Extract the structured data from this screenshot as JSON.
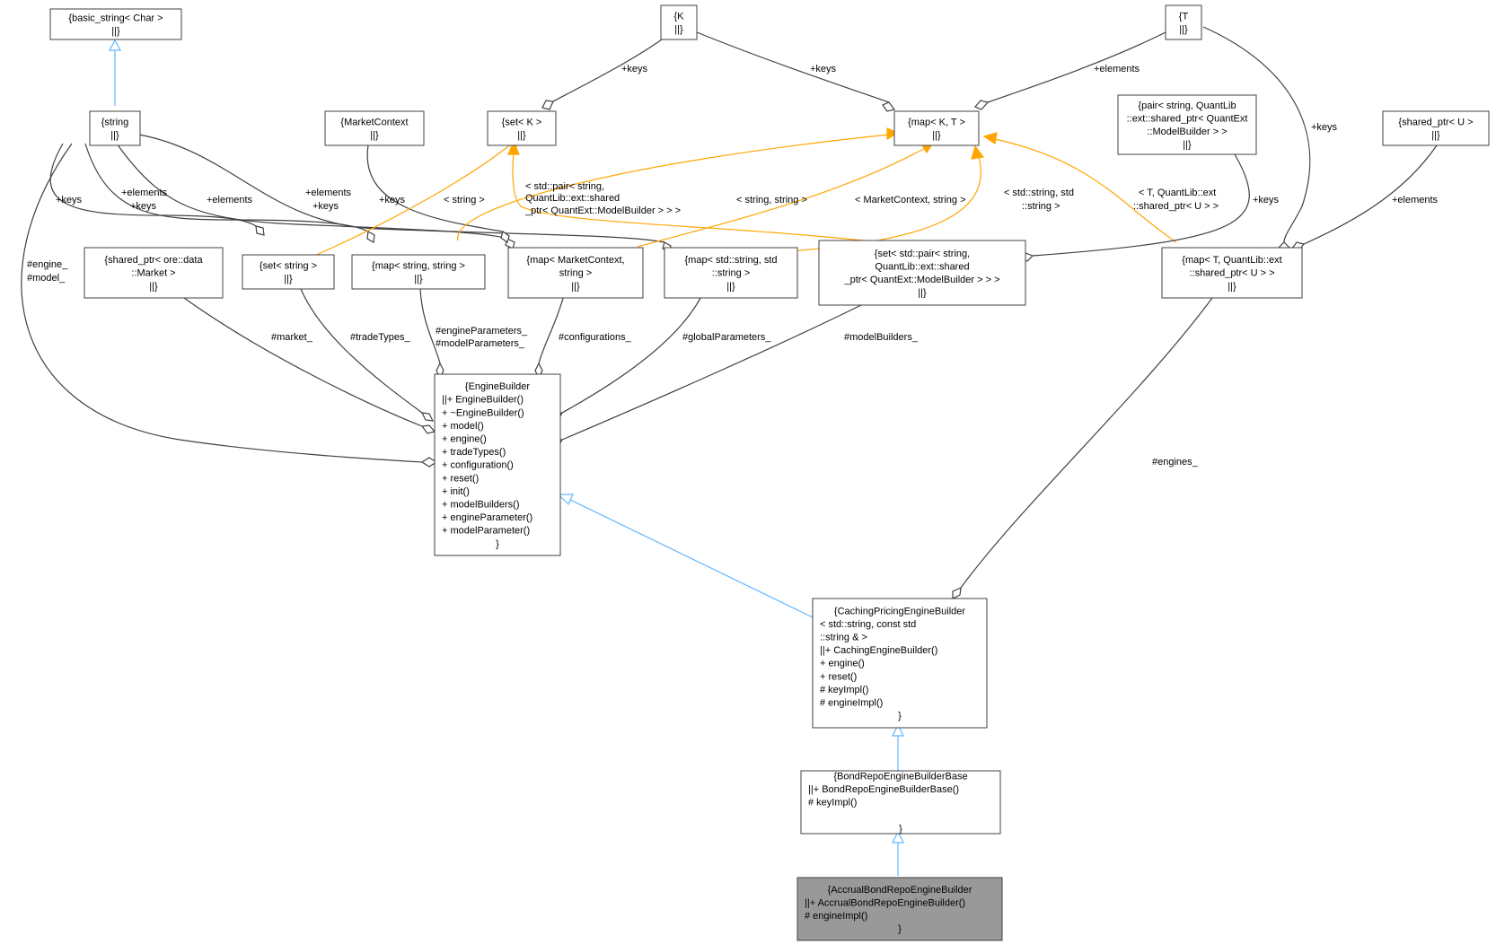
{
  "nodes": [
    {
      "id": "basic_string",
      "lines": [
        "{basic_string< Char >",
        "||}"
      ],
      "fill": "#ffffff"
    },
    {
      "id": "string",
      "lines": [
        "{string",
        "||}"
      ],
      "fill": "#ffffff"
    },
    {
      "id": "MarketContext",
      "lines": [
        "{MarketContext",
        "||}"
      ],
      "fill": "#ffffff"
    },
    {
      "id": "K",
      "lines": [
        "{K",
        "||}"
      ],
      "fill": "#ffffff"
    },
    {
      "id": "setK",
      "lines": [
        "{set< K >",
        "||}"
      ],
      "fill": "#ffffff"
    },
    {
      "id": "T",
      "lines": [
        "{T",
        "||}"
      ],
      "fill": "#ffffff"
    },
    {
      "id": "mapKT",
      "lines": [
        "{map< K, T >",
        "||}"
      ],
      "fill": "#ffffff"
    },
    {
      "id": "pairString",
      "lines": [
        "{pair< string, QuantLib",
        "::ext::shared_ptr< QuantExt",
        "::ModelBuilder > >",
        "||}"
      ],
      "fill": "#ffffff"
    },
    {
      "id": "sharedPtrU",
      "lines": [
        "{shared_ptr< U >",
        "||}"
      ],
      "fill": "#ffffff"
    },
    {
      "id": "sharedPtrMarket",
      "lines": [
        "{shared_ptr< ore::data",
        "::Market >",
        "||}"
      ],
      "fill": "#ffffff"
    },
    {
      "id": "setString",
      "lines": [
        "{set< string >",
        "||}"
      ],
      "fill": "#ffffff"
    },
    {
      "id": "mapStringString",
      "lines": [
        "{map< string, string >",
        "||}"
      ],
      "fill": "#ffffff"
    },
    {
      "id": "mapMarketContext",
      "lines": [
        "{map< MarketContext,",
        "string >",
        "||}"
      ],
      "fill": "#ffffff"
    },
    {
      "id": "mapStdString",
      "lines": [
        "{map< std::string, std",
        "::string >",
        "||}"
      ],
      "fill": "#ffffff"
    },
    {
      "id": "setPair",
      "lines": [
        "{set< std::pair< string,",
        "QuantLib::ext::shared",
        "_ptr< QuantExt::ModelBuilder > > >",
        "||}"
      ],
      "fill": "#ffffff"
    },
    {
      "id": "mapTShared",
      "lines": [
        "{map< T, QuantLib::ext",
        "::shared_ptr< U > >",
        "||}"
      ],
      "fill": "#ffffff"
    },
    {
      "id": "EngineBuilder",
      "lines": [
        "{EngineBuilder",
        "||+ EngineBuilder()",
        "+ ~EngineBuilder()",
        "+ model()",
        "+ engine()",
        "+ tradeTypes()",
        "+ configuration()",
        "+ reset()",
        "+ init()",
        "+ modelBuilders()",
        "+ engineParameter()",
        "+ modelParameter()",
        "}"
      ],
      "fill": "#ffffff"
    },
    {
      "id": "CachingPricingEngineBuilder",
      "lines": [
        "{CachingPricingEngineBuilder",
        "< std::string, const std",
        "::string & >",
        "||+ CachingEngineBuilder()",
        "+ engine()",
        "+ reset()",
        "# keyImpl()",
        "# engineImpl()",
        "}"
      ],
      "fill": "#ffffff"
    },
    {
      "id": "BondRepoEngineBuilderBase",
      "lines": [
        "{BondRepoEngineBuilderBase",
        "||+ BondRepoEngineBuilderBase()",
        "# keyImpl()",
        "",
        "}"
      ],
      "fill": "#ffffff"
    },
    {
      "id": "AccrualBondRepoEngineBuilder",
      "lines": [
        "{AccrualBondRepoEngineBuilder",
        "||+ AccrualBondRepoEngineBuilder()",
        "# engineImpl()",
        "}"
      ],
      "fill": "#999999"
    }
  ],
  "edge_labels": [
    {
      "id": "lbl-K-setK",
      "text": "+keys"
    },
    {
      "id": "lbl-K-mapKT",
      "text": "+keys"
    },
    {
      "id": "lbl-T-mapKT",
      "text": "+elements"
    },
    {
      "id": "lbl-T-mapTShared",
      "text": "+keys"
    },
    {
      "id": "lbl-string-setString",
      "text": "+keys"
    },
    {
      "id": "lbl-string-mapStringString-1",
      "text": "+elements"
    },
    {
      "id": "lbl-string-mapStringString-2",
      "text": "+keys"
    },
    {
      "id": "lbl-string-mapMarketContext",
      "text": "+elements"
    },
    {
      "id": "lbl-string-mapStdString-1",
      "text": "+elements"
    },
    {
      "id": "lbl-string-mapStdString-2",
      "text": "+keys"
    },
    {
      "id": "lbl-MarketContext-mapMarketContext",
      "text": "+keys"
    },
    {
      "id": "lbl-tmpl-setString",
      "text": "< string >"
    },
    {
      "id": "lbl-tmpl-setPair-1",
      "text": "< std::pair< string,"
    },
    {
      "id": "lbl-tmpl-setPair-2",
      "text": "QuantLib::ext::shared"
    },
    {
      "id": "lbl-tmpl-setPair-3",
      "text": "_ptr< QuantExt::ModelBuilder > > >"
    },
    {
      "id": "lbl-tmpl-mapStringString",
      "text": "< string, string >"
    },
    {
      "id": "lbl-tmpl-mapMarketContext",
      "text": "< MarketContext, string >"
    },
    {
      "id": "lbl-tmpl-mapStdString-1",
      "text": "< std::string, std"
    },
    {
      "id": "lbl-tmpl-mapStdString-2",
      "text": "::string >"
    },
    {
      "id": "lbl-tmpl-mapTShared-1",
      "text": "< T, QuantLib::ext"
    },
    {
      "id": "lbl-tmpl-mapTShared-2",
      "text": "::shared_ptr< U > >"
    },
    {
      "id": "lbl-pair-setPair",
      "text": "+keys"
    },
    {
      "id": "lbl-sharedPtrU-mapTShared",
      "text": "+elements"
    },
    {
      "id": "lbl-engine-1",
      "text": "#engine_"
    },
    {
      "id": "lbl-engine-2",
      "text": "#model_"
    },
    {
      "id": "lbl-market",
      "text": "#market_"
    },
    {
      "id": "lbl-tradeTypes",
      "text": "#tradeTypes_"
    },
    {
      "id": "lbl-engineParameters-1",
      "text": "#engineParameters_"
    },
    {
      "id": "lbl-engineParameters-2",
      "text": "#modelParameters_"
    },
    {
      "id": "lbl-configurations",
      "text": "#configurations_"
    },
    {
      "id": "lbl-globalParameters",
      "text": "#globalParameters_"
    },
    {
      "id": "lbl-modelBuilders",
      "text": "#modelBuilders_"
    },
    {
      "id": "lbl-engines",
      "text": "#engines_"
    }
  ],
  "colors": {
    "aggregation_edge": "#404040",
    "inheritance_edge": "#63b8ff",
    "template_edge": "#ffa500",
    "node_border": "#404040",
    "highlight_fill": "#999999"
  }
}
